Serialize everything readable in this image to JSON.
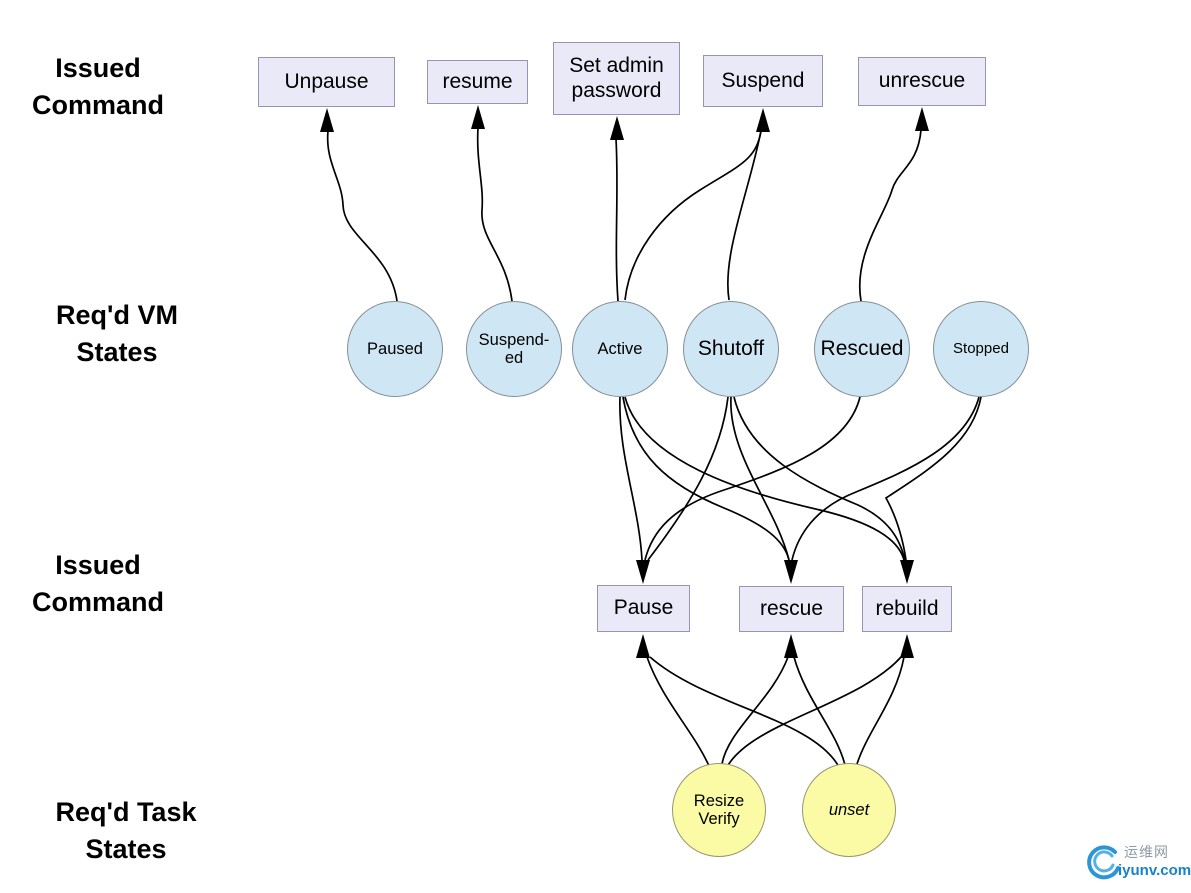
{
  "diagram": {
    "row_labels": [
      {
        "text": "Issued\nCommand"
      },
      {
        "text": "Req'd VM\nStates"
      },
      {
        "text": "Issued\nCommand"
      },
      {
        "text": "Req'd Task\nStates"
      }
    ],
    "top_commands": [
      {
        "id": "unpause",
        "label": "Unpause"
      },
      {
        "id": "resume",
        "label": "resume"
      },
      {
        "id": "set-admin-password",
        "label": "Set admin\npassword"
      },
      {
        "id": "suspend",
        "label": "Suspend"
      },
      {
        "id": "unrescue",
        "label": "unrescue"
      }
    ],
    "vm_states": [
      {
        "id": "paused",
        "label": "Paused"
      },
      {
        "id": "suspended",
        "label": "Suspend-\ned"
      },
      {
        "id": "active",
        "label": "Active"
      },
      {
        "id": "shutoff",
        "label": "Shutoff"
      },
      {
        "id": "rescued",
        "label": "Rescued"
      },
      {
        "id": "stopped",
        "label": "Stopped"
      }
    ],
    "bottom_commands": [
      {
        "id": "pause",
        "label": "Pause"
      },
      {
        "id": "rescue",
        "label": "rescue"
      },
      {
        "id": "rebuild",
        "label": "rebuild"
      }
    ],
    "task_states": [
      {
        "id": "resize-verify",
        "label": "Resize\nVerify"
      },
      {
        "id": "unset",
        "label": "unset"
      }
    ],
    "transitions": {
      "vm_to_top_commands": [
        {
          "from": "Paused",
          "to": "Unpause"
        },
        {
          "from": "Suspended",
          "to": "resume"
        },
        {
          "from": "Active",
          "to": "Set admin password"
        },
        {
          "from": "Active",
          "to": "Suspend"
        },
        {
          "from": "Shutoff",
          "to": "Suspend"
        },
        {
          "from": "Rescued",
          "to": "unrescue"
        }
      ],
      "vm_to_bottom_commands": [
        {
          "from": "Active",
          "to": "Pause"
        },
        {
          "from": "Active",
          "to": "rescue"
        },
        {
          "from": "Active",
          "to": "rebuild"
        },
        {
          "from": "Shutoff",
          "to": "Pause"
        },
        {
          "from": "Shutoff",
          "to": "rescue"
        },
        {
          "from": "Shutoff",
          "to": "rebuild"
        },
        {
          "from": "Rescued",
          "to": "Pause"
        },
        {
          "from": "Stopped",
          "to": "rescue"
        },
        {
          "from": "Stopped",
          "to": "rebuild"
        }
      ],
      "task_to_bottom_commands": [
        {
          "from": "Resize Verify",
          "to": "Pause"
        },
        {
          "from": "Resize Verify",
          "to": "rescue"
        },
        {
          "from": "Resize Verify",
          "to": "rebuild"
        },
        {
          "from": "unset",
          "to": "Pause"
        },
        {
          "from": "unset",
          "to": "rescue"
        },
        {
          "from": "unset",
          "to": "rebuild"
        }
      ]
    },
    "colors": {
      "command_box_fill": "#e9e9f8",
      "command_box_border": "#9696b4",
      "vm_state_fill": "#cfe7f5",
      "task_state_fill": "#fbfba5",
      "edge": "#000000"
    }
  },
  "watermark": {
    "site_name": "运维网",
    "site_domain": "iyunv.com"
  }
}
